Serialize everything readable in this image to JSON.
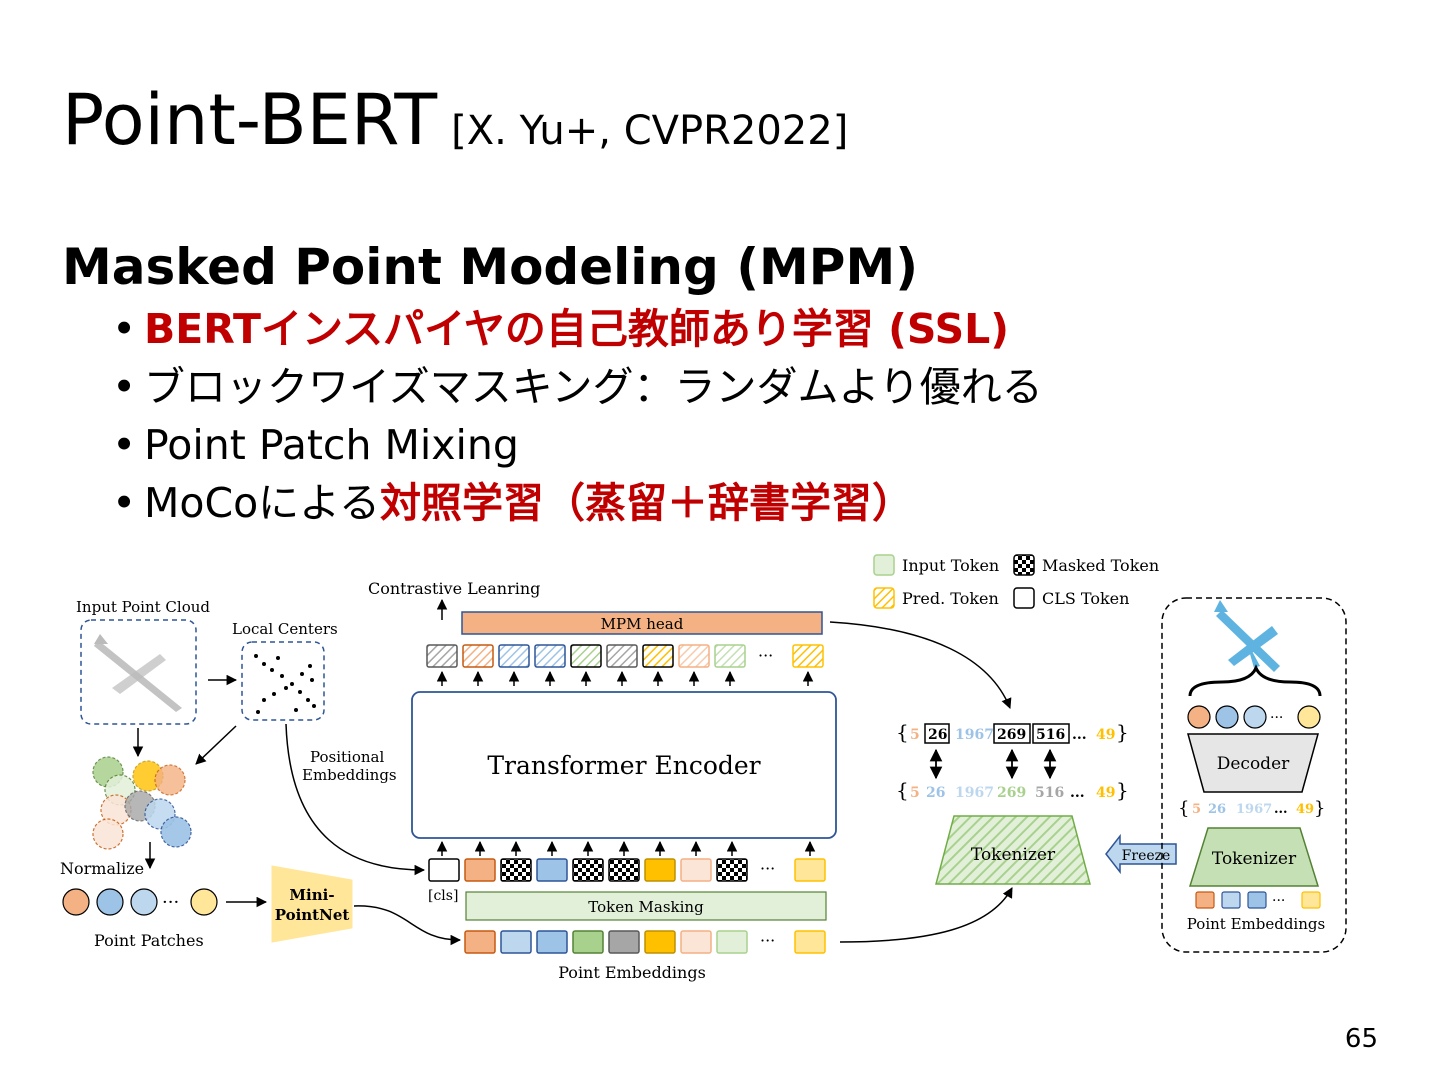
{
  "slide": {
    "title": "Point-BERT",
    "citation": "[X. Yu+, CVPR2022]",
    "heading": "Masked Point Modeling (MPM)",
    "bullets": [
      {
        "text": "BERTインスパイヤの自己教師あり学習 (SSL)",
        "emphasis": ""
      },
      {
        "text": "ブロックワイズマスキング：ランダムより優れる",
        "emphasis": ""
      },
      {
        "text": "Point Patch Mixing",
        "emphasis": ""
      },
      {
        "text": "MoCoによる",
        "emphasis": "対照学習（蒸留＋辞書学習）"
      }
    ],
    "page_number": "65",
    "accent_color": "#c00000"
  },
  "diagram": {
    "legend": {
      "input_token": "Input Token",
      "masked_token": "Masked Token",
      "pred_token": "Pred. Token",
      "cls_token": "CLS Token"
    },
    "labels": {
      "input_point_cloud": "Input Point Cloud",
      "local_centers": "Local Centers",
      "normalize": "Normalize",
      "point_patches": "Point Patches",
      "mini_pointnet_1": "Mini-",
      "mini_pointnet_2": "PointNet",
      "positional_1": "Positional",
      "positional_2": "Embeddings",
      "contrastive": "Contrastive Leanring",
      "mpm_head": "MPM head",
      "transformer": "Transformer Encoder",
      "cls": "[cls]",
      "token_masking": "Token Masking",
      "point_embeddings": "Point Embeddings",
      "tokenizer": "Tokenizer",
      "freeze": "Freeze",
      "decoder": "Decoder",
      "tokenizer_right": "Tokenizer",
      "point_embeddings_right": "Point Embeddings",
      "ellipsis": "···"
    },
    "token_seq_top": [
      "5",
      "26",
      "1967",
      "269",
      "516",
      "...",
      "49"
    ],
    "token_seq_bottom": [
      "5",
      "26",
      "1967",
      "269",
      "516",
      "...",
      "49"
    ],
    "token_seq_right": [
      "5",
      "26",
      "1967",
      "...",
      "49"
    ],
    "colors": {
      "orange": "#f4b183",
      "blue": "#9dc3e6",
      "lightblue": "#bdd7ee",
      "green": "#a9d18e",
      "gray": "#a6a6a6",
      "yellow": "#ffc000",
      "peach": "#fbe5d6",
      "palegreen": "#e2f0d9",
      "paleyellow": "#ffe699",
      "head": "#f4b183"
    }
  }
}
